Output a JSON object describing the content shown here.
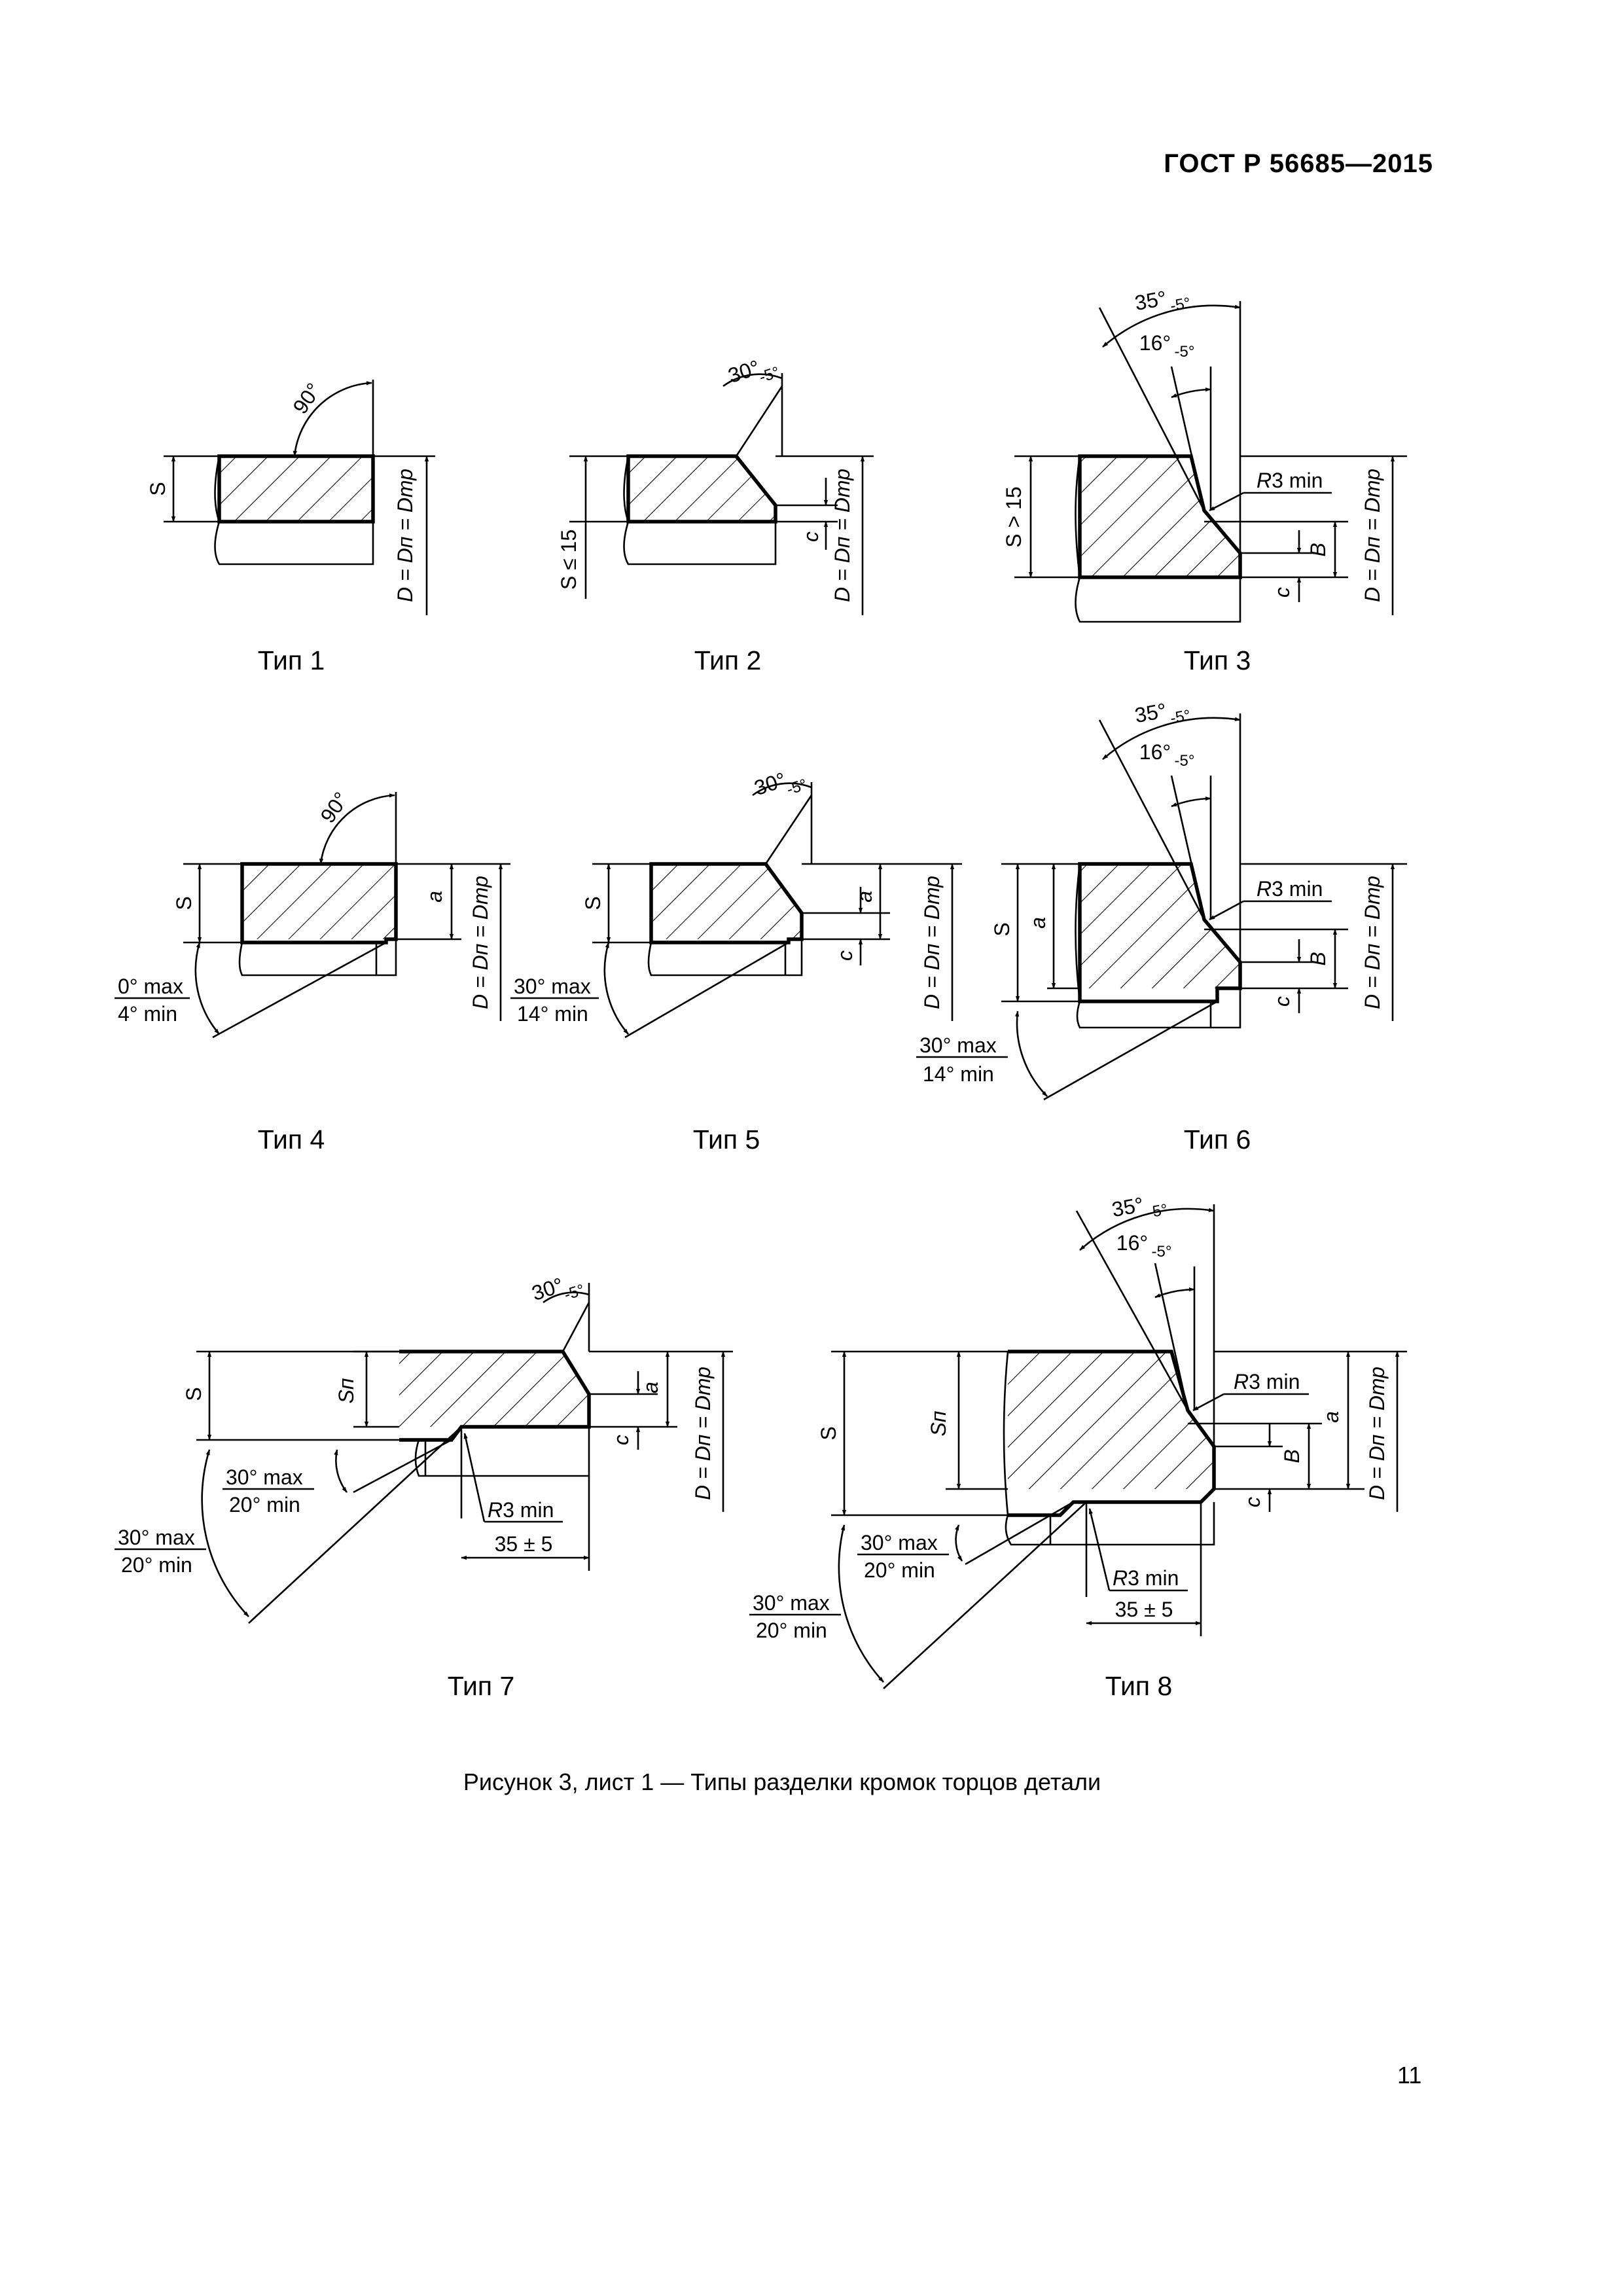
{
  "document": {
    "header": "ГОСТ Р 56685—2015",
    "caption": "Рисунок 3, лист 1 — Типы разделки кромок торцов детали",
    "page_number": "11"
  },
  "labels": {
    "s": "S",
    "s_le_15": "S ≤ 15",
    "s_gt_15": "S > 15",
    "sn": "Sп",
    "d_formula": "D = Dп = Dтр",
    "a": "a",
    "c": "c",
    "b": "B",
    "angle_90": "90°",
    "angle_30": "30°",
    "angle_35": "35°",
    "angle_16": "16°",
    "tol_minus5": "-5°",
    "r3min": "R3 min",
    "dim_35_5": "35 ± 5",
    "ang_0max": "0° max",
    "ang_4min": "4° min",
    "ang_30max": "30° max",
    "ang_14min": "14° min",
    "ang_20min": "20° min"
  },
  "figures": [
    {
      "id": "type1",
      "caption": "Тип 1"
    },
    {
      "id": "type2",
      "caption": "Тип 2"
    },
    {
      "id": "type3",
      "caption": "Тип 3"
    },
    {
      "id": "type4",
      "caption": "Тип 4"
    },
    {
      "id": "type5",
      "caption": "Тип 5"
    },
    {
      "id": "type6",
      "caption": "Тип 6"
    },
    {
      "id": "type7",
      "caption": "Тип 7"
    },
    {
      "id": "type8",
      "caption": "Тип 8"
    }
  ]
}
